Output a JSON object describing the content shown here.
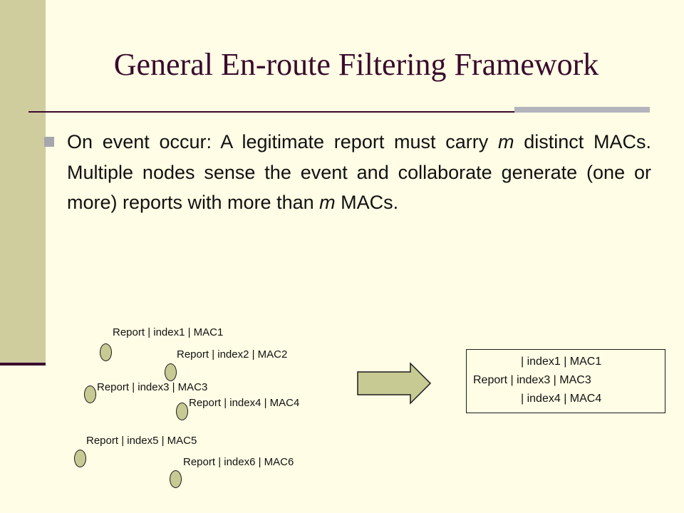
{
  "slide": {
    "title": "General En-route Filtering Framework",
    "bullet": {
      "segments": [
        {
          "text": "On event occur: A legitimate report must carry ",
          "italic": false
        },
        {
          "text": "m",
          "italic": true
        },
        {
          "text": " distinct MACs. Multiple nodes sense the event and collaborate generate (one or more) reports with more than ",
          "italic": false
        },
        {
          "text": "m",
          "italic": true
        },
        {
          "text": " MACs.",
          "italic": false
        }
      ]
    }
  },
  "diagram": {
    "nodes": [
      {
        "label": "Report | index1 | MAC1"
      },
      {
        "label": "Report | index2 | MAC2"
      },
      {
        "label": "Report | index3 | MAC3"
      },
      {
        "label": "Report | index4 | MAC4"
      },
      {
        "label": "Report | index5 | MAC5"
      },
      {
        "label": "Report | index6 | MAC6"
      }
    ],
    "result": {
      "lines": [
        "| index1 | MAC1",
        "Report | index3 | MAC3",
        "| index4 | MAC4"
      ]
    }
  },
  "colors": {
    "background": "#fffde5",
    "left_bar": "#cfcc9e",
    "accent_dark": "#3a0a2e",
    "rule_accent": "#b4b4bc",
    "node_fill": "#c8ca94",
    "arrow_fill": "#c8ca94"
  }
}
